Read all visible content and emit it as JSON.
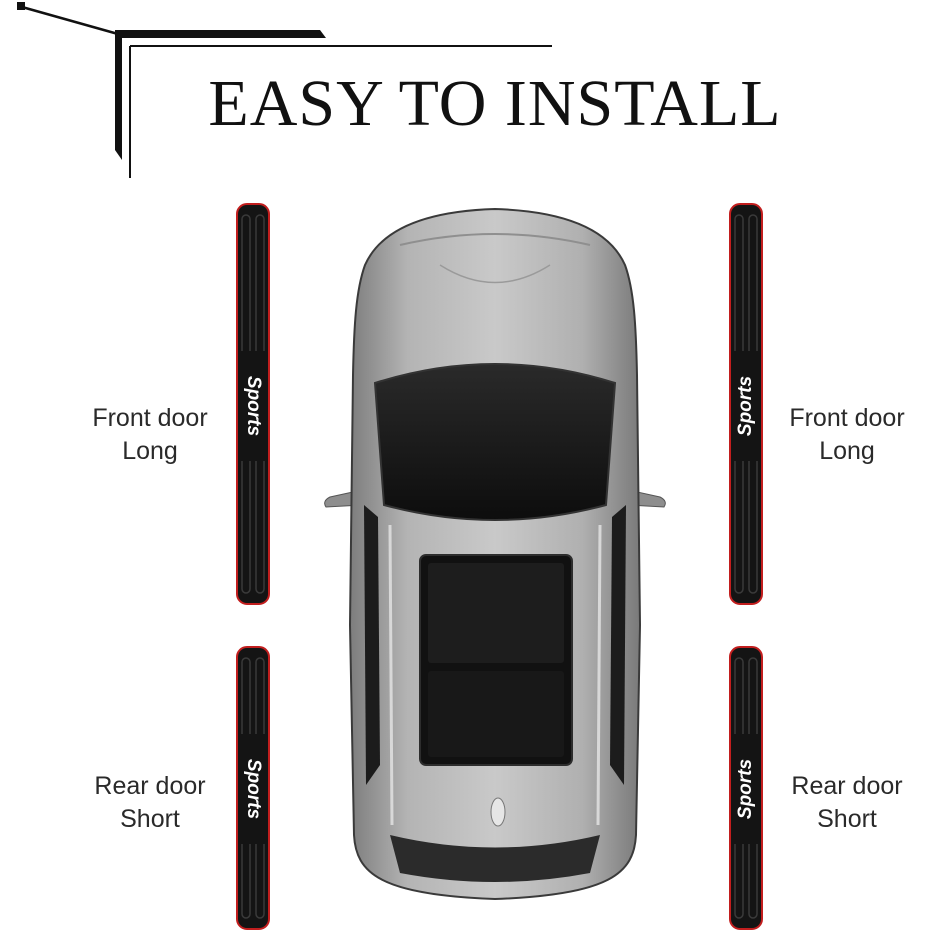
{
  "title": "EASY TO INSTALL",
  "labels": {
    "front_left": {
      "line1": "Front door",
      "line2": "Long"
    },
    "front_right": {
      "line1": "Front door",
      "line2": "Long"
    },
    "rear_left": {
      "line1": "Rear door",
      "line2": "Short"
    },
    "rear_right": {
      "line1": "Rear door",
      "line2": "Short"
    }
  },
  "strip_brand": "Sports",
  "colors": {
    "strip_body": "#141414",
    "strip_edge": "#c21e1e",
    "car_body": "#a9a9a9",
    "glass": "#151515",
    "text": "#2a2a2a"
  },
  "icons": {
    "car": "car-top-view-icon",
    "strip": "door-edge-guard-icon"
  }
}
